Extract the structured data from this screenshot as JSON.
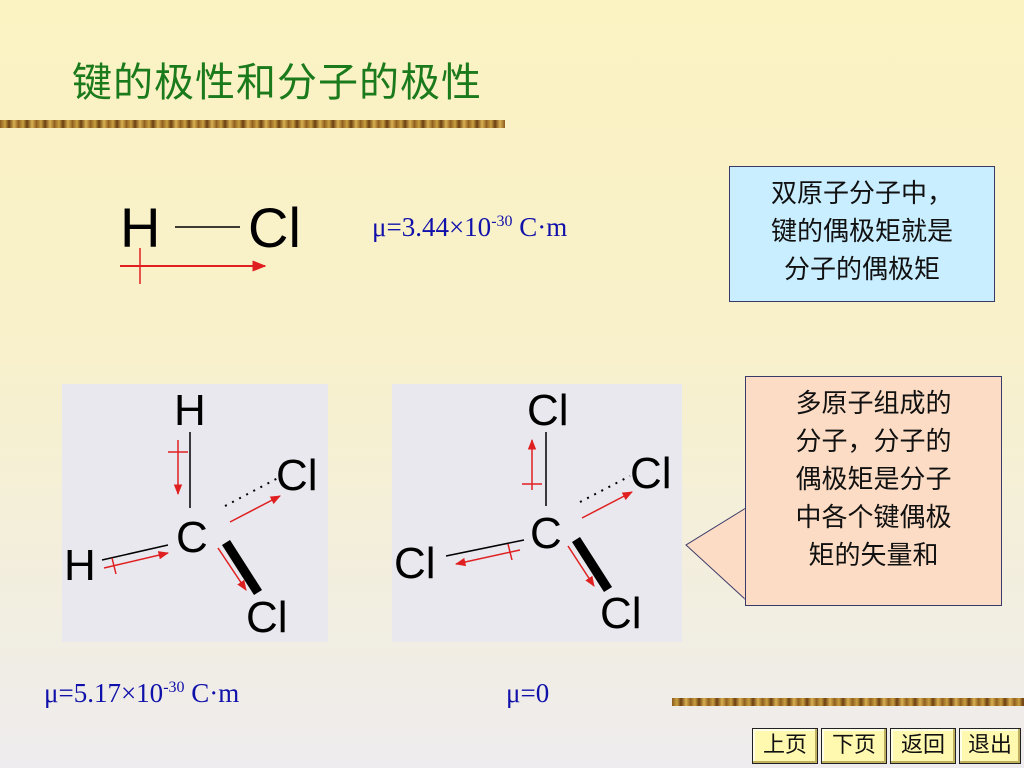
{
  "title": "键的极性和分子的极性",
  "hcl": {
    "atom_h": "H",
    "atom_cl": "Cl",
    "formula_prefix": "μ=3.44×10",
    "formula_exp": "-30",
    "formula_unit": " C·m"
  },
  "note_diatomic": {
    "lines": [
      "双原子分子中，",
      "键的偶极矩就是",
      "分子的偶极矩"
    ]
  },
  "note_polyatomic": {
    "lines": [
      "多原子组成的",
      "分子，分子的",
      "偶极矩是分子",
      "中各个键偶极",
      "矩的矢量和"
    ]
  },
  "ch2cl2": {
    "atom_h_top": "H",
    "atom_h_left": "H",
    "atom_c": "C",
    "atom_cl_right": "Cl",
    "atom_cl_bottom": "Cl",
    "formula_prefix": "μ=5.17×10",
    "formula_exp": "-30",
    "formula_unit": " C·m"
  },
  "ccl4": {
    "atom_cl_top": "Cl",
    "atom_cl_right": "Cl",
    "atom_c": "C",
    "atom_cl_left": "Cl",
    "atom_cl_bottom": "Cl",
    "formula": "μ=0"
  },
  "nav": {
    "prev": "上页",
    "next": "下页",
    "back": "返回",
    "exit": "退出"
  },
  "colors": {
    "title": "#1b7a1b",
    "arrow": "#e02020",
    "formula": "#1010aa",
    "note_blue": "#c9eeff",
    "note_peach": "#fcdcc4"
  }
}
